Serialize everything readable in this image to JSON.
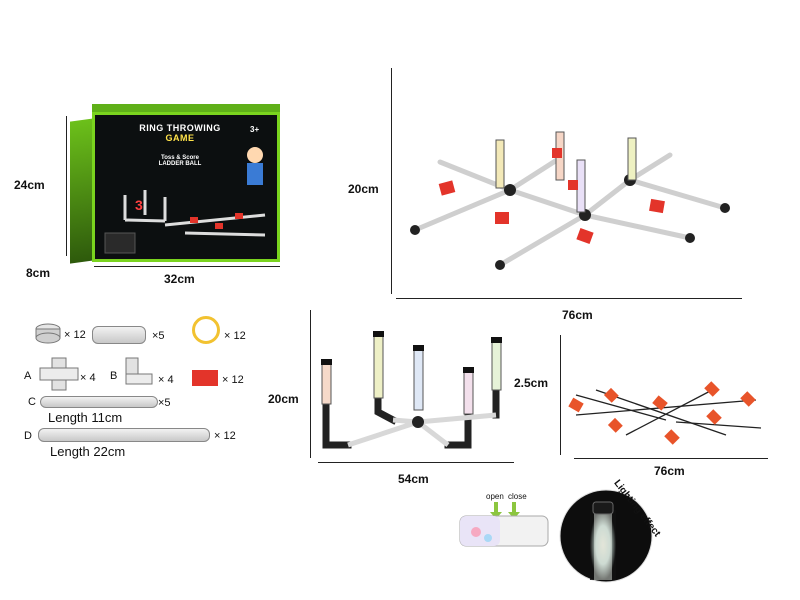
{
  "box": {
    "title_line1": "RING THROWING",
    "title_line2": "GAME",
    "subtitle_line1": "Toss & Score",
    "subtitle_line2": "LADDER BALL",
    "age": "3+",
    "height": "24cm",
    "depth": "8cm",
    "width": "32cm"
  },
  "assembled_top": {
    "height": "20cm",
    "width": "76cm"
  },
  "parts": {
    "caps_qty": "× 12",
    "tube_qty": "×5",
    "ring_qty": "× 12",
    "part_a_letter": "A",
    "part_a_qty": "× 4",
    "part_b_letter": "B",
    "part_b_qty": "× 4",
    "beanbag_qty": "× 12",
    "part_c_letter": "C",
    "part_c_qty": "×5",
    "part_c_length": "Length 11cm",
    "part_d_letter": "D",
    "part_d_qty": "× 12",
    "part_d_length": "Length 22cm"
  },
  "assembled_side": {
    "height": "20cm",
    "width": "54cm"
  },
  "flat_layout": {
    "height": "2.5cm",
    "width": "76cm"
  },
  "lighting": {
    "open_label": "open",
    "close_label": "close",
    "effect_label": "Lighting effect"
  },
  "colors": {
    "box_green": "#7ad41e",
    "beanbag_red": "#e3342a",
    "ring_yellow": "#f2c230",
    "arrow_green": "#8cc63f"
  }
}
